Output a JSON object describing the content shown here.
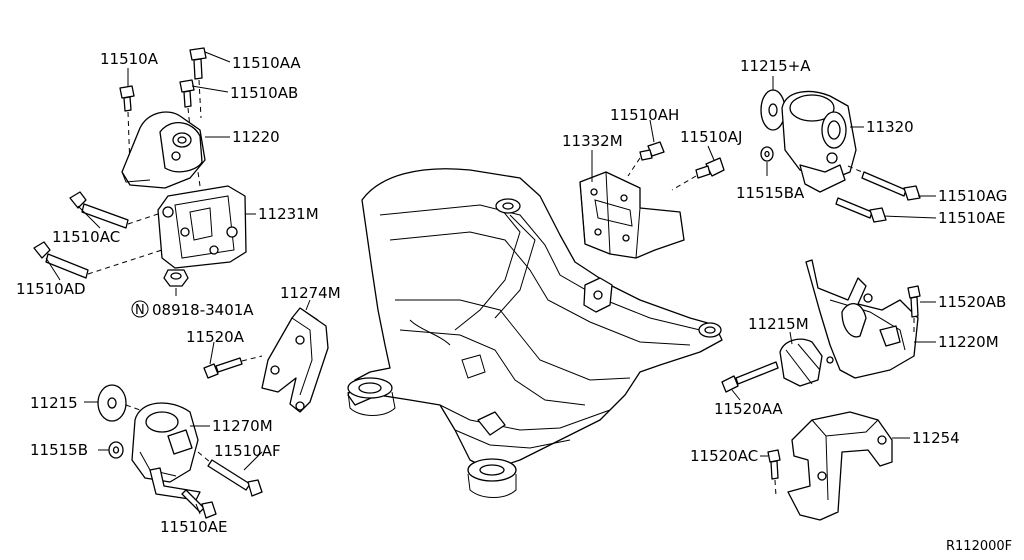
{
  "diagram": {
    "labels": {
      "l11510A": "11510A",
      "l11510AA": "11510AA",
      "l11510AB": "11510AB",
      "l11220": "11220",
      "l11231M": "11231M",
      "l11510AC": "11510AC",
      "l11510AD": "11510AD",
      "l08918": "08918-3401A",
      "nut_symbol": "N",
      "l11274M": "11274M",
      "l11520A": "11520A",
      "l11215": "11215",
      "l11270M": "11270M",
      "l11515B": "11515B",
      "l11510AF": "11510AF",
      "l11510AE_bottom": "11510AE",
      "l11510AH": "11510AH",
      "l11332M": "11332M",
      "l11510AJ": "11510AJ",
      "l11215A": "11215+A",
      "l11320": "11320",
      "l11515BA": "11515BA",
      "l11510AG": "11510AG",
      "l11510AE_right": "11510AE",
      "l11520AB": "11520AB",
      "l11215M": "11215M",
      "l11220M": "11220M",
      "l11520AA": "11520AA",
      "l11254": "11254",
      "l11520AC": "11520AC",
      "ref_code": "R112000F"
    }
  }
}
